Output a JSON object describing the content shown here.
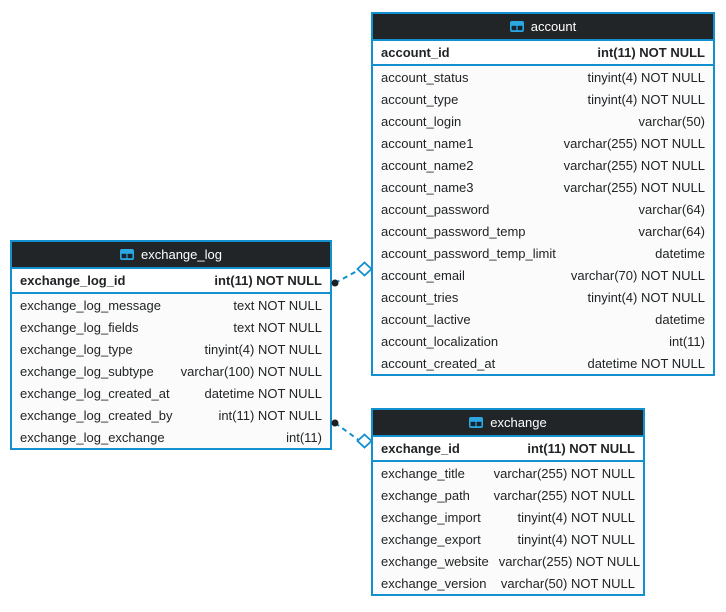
{
  "diagram": {
    "kind": "database-er-diagram",
    "background": "#ffffff",
    "colors": {
      "table_border": "#1290cf",
      "header_bg": "#212527",
      "header_text": "#ffffff",
      "pk_row_bg": "#ffffff",
      "row_bg": "#fbfbfb",
      "row_text": "#212426",
      "connector_line": "#1290cf",
      "connector_dot": "#1f1f1f",
      "icon_cyan": "#2ba7e2"
    }
  },
  "tables": [
    {
      "name": "account",
      "icon": "table-icon",
      "pk": {
        "name": "account_id",
        "type": "int(11) NOT NULL"
      },
      "columns": [
        {
          "name": "account_status",
          "type": "tinyint(4) NOT NULL"
        },
        {
          "name": "account_type",
          "type": "tinyint(4) NOT NULL"
        },
        {
          "name": "account_login",
          "type": "varchar(50)"
        },
        {
          "name": "account_name1",
          "type": "varchar(255) NOT NULL"
        },
        {
          "name": "account_name2",
          "type": "varchar(255) NOT NULL"
        },
        {
          "name": "account_name3",
          "type": "varchar(255) NOT NULL"
        },
        {
          "name": "account_password",
          "type": "varchar(64)"
        },
        {
          "name": "account_password_temp",
          "type": "varchar(64)"
        },
        {
          "name": "account_password_temp_limit",
          "type": "datetime"
        },
        {
          "name": "account_email",
          "type": "varchar(70) NOT NULL"
        },
        {
          "name": "account_tries",
          "type": "tinyint(4) NOT NULL"
        },
        {
          "name": "account_lactive",
          "type": "datetime"
        },
        {
          "name": "account_localization",
          "type": "int(11)"
        },
        {
          "name": "account_created_at",
          "type": "datetime NOT NULL"
        }
      ]
    },
    {
      "name": "exchange_log",
      "icon": "table-icon",
      "pk": {
        "name": "exchange_log_id",
        "type": "int(11) NOT NULL"
      },
      "columns": [
        {
          "name": "exchange_log_message",
          "type": "text NOT NULL"
        },
        {
          "name": "exchange_log_fields",
          "type": "text NOT NULL"
        },
        {
          "name": "exchange_log_type",
          "type": "tinyint(4) NOT NULL"
        },
        {
          "name": "exchange_log_subtype",
          "type": "varchar(100) NOT NULL"
        },
        {
          "name": "exchange_log_created_at",
          "type": "datetime NOT NULL"
        },
        {
          "name": "exchange_log_created_by",
          "type": "int(11) NOT NULL"
        },
        {
          "name": "exchange_log_exchange",
          "type": "int(11)"
        }
      ]
    },
    {
      "name": "exchange",
      "icon": "table-icon",
      "pk": {
        "name": "exchange_id",
        "type": "int(11) NOT NULL"
      },
      "columns": [
        {
          "name": "exchange_title",
          "type": "varchar(255) NOT NULL"
        },
        {
          "name": "exchange_path",
          "type": "varchar(255) NOT NULL"
        },
        {
          "name": "exchange_import",
          "type": "tinyint(4) NOT NULL"
        },
        {
          "name": "exchange_export",
          "type": "tinyint(4) NOT NULL"
        },
        {
          "name": "exchange_website",
          "type": "varchar(255) NOT NULL"
        },
        {
          "name": "exchange_version",
          "type": "varchar(50) NOT NULL"
        }
      ]
    }
  ],
  "relationships": [
    {
      "from_table": "exchange_log",
      "to_table": "account",
      "line_style": "dashed"
    },
    {
      "from_table": "exchange_log",
      "to_table": "exchange",
      "line_style": "dashed"
    }
  ]
}
